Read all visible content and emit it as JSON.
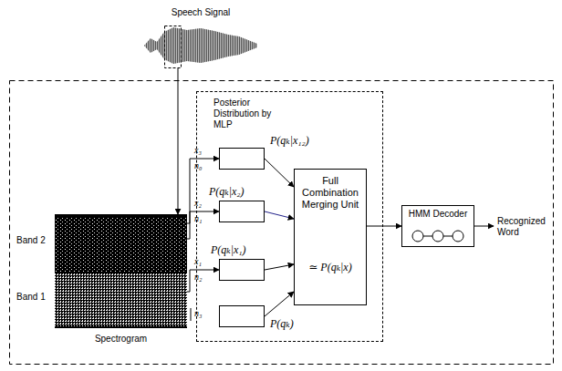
{
  "diagram": {
    "nodes": [
      {
        "text": [
          "Speech Signal"
        ]
      },
      {
        "text": [
          "Spectrogram"
        ]
      },
      {
        "text": [
          "Posterior Distribution by MLP"
        ]
      },
      {
        "text": [
          "P(qₖ|x₁₂)"
        ],
        "in": 2
      },
      {
        "text": [
          "P(qₖ|x₂)"
        ],
        "in": 2
      },
      {
        "text": [
          "P(qₖ|x₁)"
        ],
        "in": 2
      },
      {
        "text": [
          "P(qₖ)"
        ],
        "in": 2
      },
      {
        "text": [
          "Full Combination Merging Unit",
          "≃ P(qₖ|x)"
        ],
        "in": 2
      },
      {
        "text": [
          "HMM Decoder"
        ]
      }
    ],
    "edges": [
      {
        "from": 0,
        "to": 1,
        "arrow": "to"
      },
      {
        "from": 1,
        "to": 3,
        "arrow": "to"
      },
      {
        "from": 1,
        "to": 4,
        "arrow": "to"
      },
      {
        "from": 1,
        "to": 5,
        "arrow": "to"
      },
      {
        "from": 3,
        "to": 7,
        "arrow": "to"
      },
      {
        "from": 4,
        "to": 7,
        "arrow": "to"
      },
      {
        "from": 5,
        "to": 7,
        "arrow": "to"
      },
      {
        "from": 6,
        "to": 7,
        "arrow": "to"
      },
      {
        "from": 7,
        "to": 8,
        "arrow": "to"
      }
    ],
    "labels": [
      "Band 2",
      "Band 1",
      "x₃",
      "n₀",
      "x₂",
      "n₁",
      "x₁",
      "n₂",
      "n₃",
      "Recognized Word"
    ]
  }
}
